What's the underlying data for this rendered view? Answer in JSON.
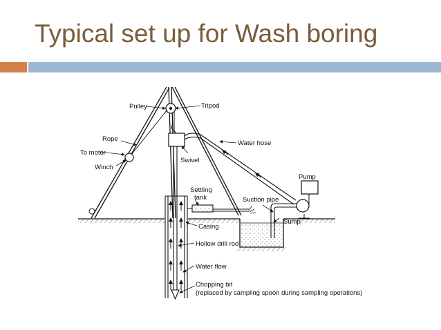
{
  "slide": {
    "title": "Typical set up for Wash boring",
    "accent_colors": {
      "title": "#7a5c3a",
      "bar_left": "#d4804a",
      "bar_right": "#9cb7d3"
    }
  },
  "diagram": {
    "labels": {
      "pulley": "Pulley",
      "tripod": "Tripod",
      "rope": "Rope",
      "to_motor": "To motor",
      "winch": "Winch",
      "water_hose": "Water hose",
      "swivel": "Swivel",
      "pump": "Pump",
      "settling_tank_1": "Settling",
      "settling_tank_2": "tank",
      "suction_pipe": "Suction pipe",
      "casing": "Casing",
      "sump": "Sump",
      "hollow_drill_rod": "Hollow drill rod",
      "water_flow": "Water flow",
      "chopping_bit": "Chopping bit",
      "chopping_bit_note": "(replaced by sampling spoon during sampling operations)"
    }
  }
}
